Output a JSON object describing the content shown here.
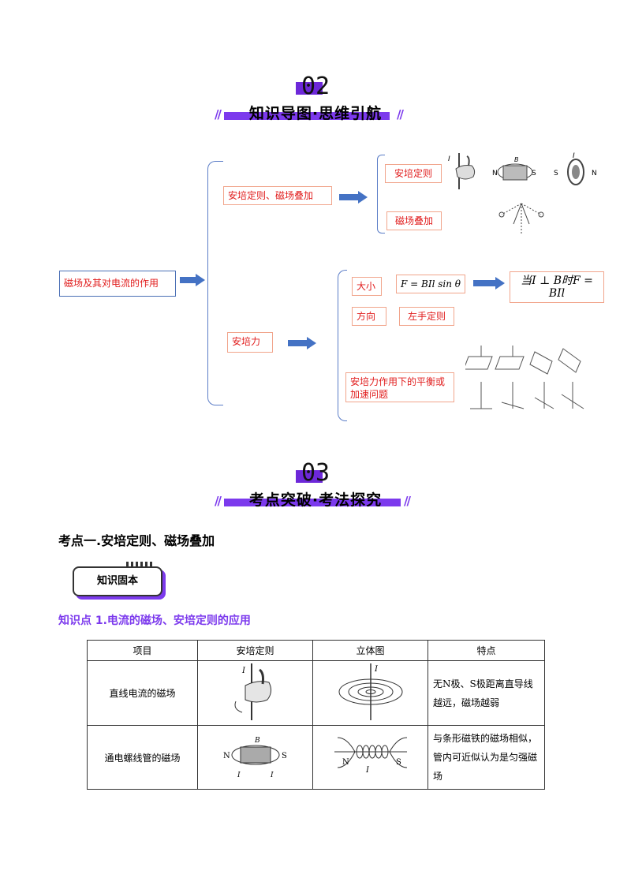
{
  "section2": {
    "number": "02",
    "title": "知识导图·思维引航"
  },
  "mindmap": {
    "root": "磁场及其对电流的作用",
    "branch1": "安培定则、磁场叠加",
    "branch1_children": [
      "安培定则",
      "磁场叠加"
    ],
    "branch2": "安培力",
    "size_label": "大小",
    "formula": "F = BIl sin θ",
    "special_case": "当I ⊥ B时F = BIl",
    "direction_label": "方向",
    "direction_rule": "左手定则",
    "balance": "安培力作用下的平衡或加速问题"
  },
  "section3": {
    "number": "03",
    "title": "考点突破·考法探究"
  },
  "heading": "考点一.安培定则、磁场叠加",
  "tag": "知识固本",
  "knowledge_title": "知识点 1.电流的磁场、安培定则的应用",
  "table": {
    "headers": [
      "项目",
      "安培定则",
      "立体图",
      "特点"
    ],
    "rows": [
      {
        "item": "直线电流的磁场",
        "feature": "无N极、S极距离直导线越远，磁场越弱"
      },
      {
        "item": "通电螺线管的磁场",
        "feature": "与条形磁铁的磁场相似，管内可近似认为是匀强磁场"
      }
    ]
  },
  "labels": {
    "N": "N",
    "S": "S",
    "I": "I",
    "B": "B"
  }
}
